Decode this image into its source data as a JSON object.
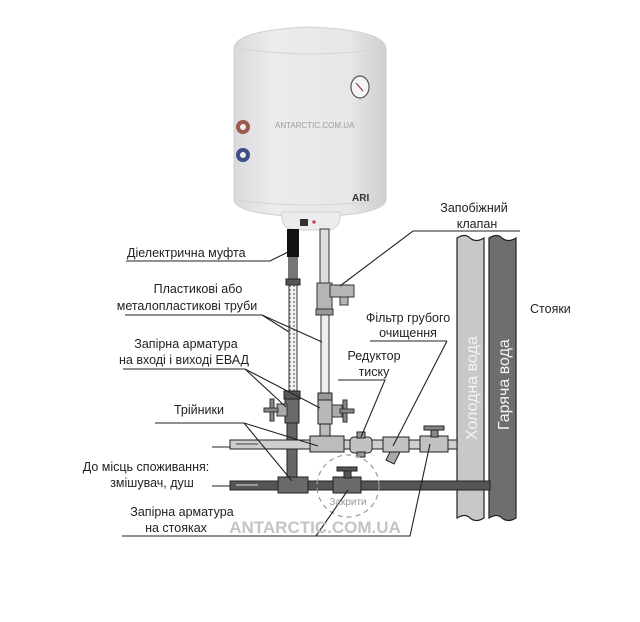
{
  "heater": {
    "watermark": "ANTARCTIC.COM.UA",
    "brand": "ARI",
    "body_color": "#e6e6e8",
    "hot_connector_color": "#9a5a50",
    "cold_connector_color": "#3c4f86"
  },
  "labels": {
    "dielectric_coupling": "Діелектрична муфта",
    "pipes_line1": "Пластикові або",
    "pipes_line2": "металопластикові труби",
    "shutoff_heater_line1": "Запірна арматура",
    "shutoff_heater_line2": "на вході і виході ЕВАД",
    "tees": "Трійники",
    "consumers_line1": "До місць споживання:",
    "consumers_line2": "змішувач, душ",
    "shutoff_risers_line1": "Запірна арматура",
    "shutoff_risers_line2": "на стояках",
    "safety_valve_line1": "Запобіжний",
    "safety_valve_line2": "клапан",
    "filter_line1": "Фільтр грубого",
    "filter_line2": "очищення",
    "reducer_line1": "Редуктор",
    "reducer_line2": "тиску",
    "risers": "Стояки",
    "close_note": "Закрити"
  },
  "risers": {
    "cold": {
      "label": "Холодна вода",
      "color": "#c8c8c8"
    },
    "hot": {
      "label": "Гаряча вода",
      "color": "#6e6e6e"
    }
  },
  "watermark_bottom": "ANTARCTIC.COM.UA"
}
